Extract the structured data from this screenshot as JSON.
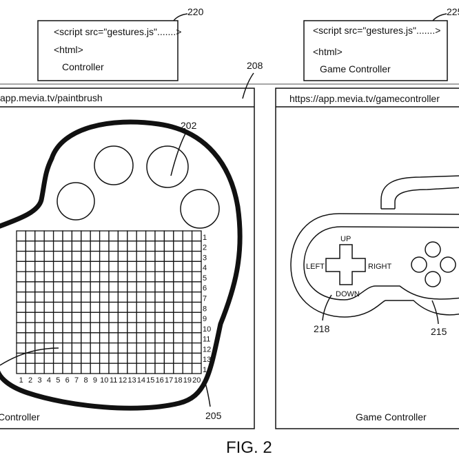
{
  "figure": {
    "caption": "FIG. 2"
  },
  "code_boxes": [
    {
      "ref": "220",
      "line1": "<script src=\"gestures.js\".......>",
      "line2": "<html>",
      "line3": "Controller"
    },
    {
      "ref": "225",
      "line1": "<script src=\"gestures.js\".......>",
      "line2": "<html>",
      "line3": "Game Controller"
    }
  ],
  "left_panel": {
    "ref": "208",
    "url": "app.mevia.tv/paintbrush",
    "footer": "Controller",
    "palette_ref": "202",
    "grid_ref": "205",
    "grid_columns": [
      "1",
      "2",
      "3",
      "4",
      "5",
      "6",
      "7",
      "8",
      "9",
      "10",
      "11",
      "12",
      "13",
      "14",
      "15",
      "16",
      "17",
      "18",
      "19",
      "20"
    ],
    "grid_rows": [
      "1",
      "2",
      "3",
      "4",
      "5",
      "6",
      "7",
      "8",
      "9",
      "10",
      "11",
      "12",
      "13",
      "14"
    ]
  },
  "right_panel": {
    "url": "https://app.mevia.tv/gamecontroller",
    "footer": "Game Controller",
    "dpad_ref": "218",
    "controller_ref": "215",
    "dpad": {
      "up": "UP",
      "down": "DOWN",
      "left": "LEFT",
      "right": "RIGHT"
    }
  }
}
